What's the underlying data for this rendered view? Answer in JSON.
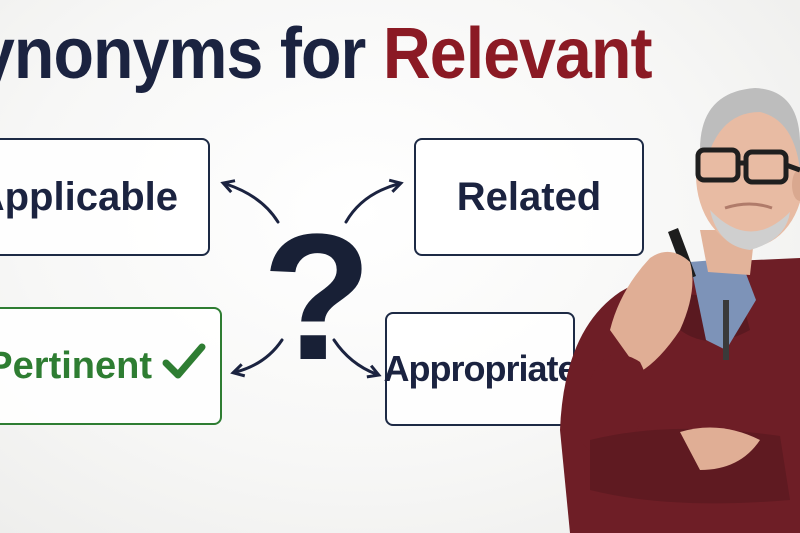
{
  "title": {
    "prefix": "ynonyms for",
    "highlight": "Relevant"
  },
  "options": {
    "applicable": "Applicable",
    "related": "Related",
    "pertinent": "Pertinent",
    "appropriate": "Appropriate"
  },
  "question_mark": "?",
  "colors": {
    "navy": "#1b2340",
    "maroon": "#8b1a24",
    "green": "#2e7d32"
  },
  "icons": {
    "check": "check-icon",
    "arrows": "curved-arrow-icon"
  }
}
